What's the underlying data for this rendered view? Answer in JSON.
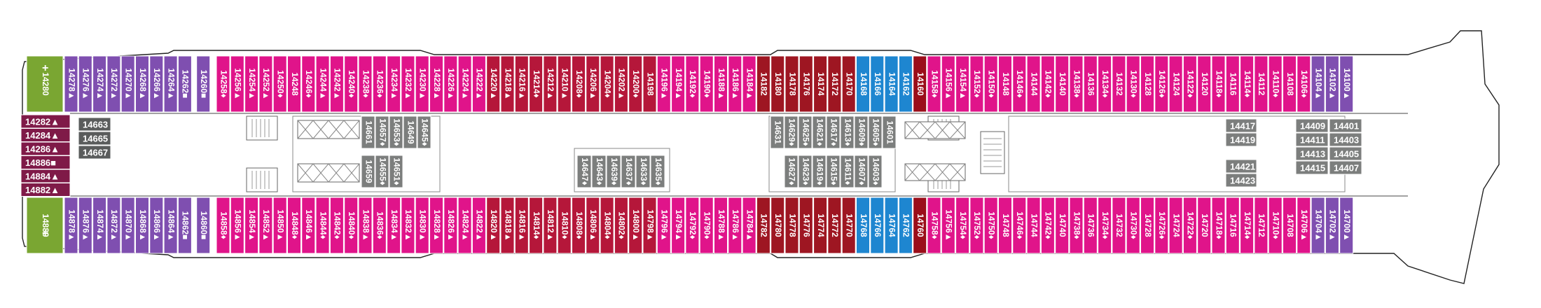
{
  "colors": {
    "purple": "#7f4fb0",
    "magenta": "#e0148a",
    "crimson": "#b5173a",
    "maroon": "#9e1622",
    "darkred": "#9b0e1a",
    "blue": "#1e86d0",
    "gray": "#7c7e7d",
    "darkgray": "#5a5c5c",
    "olive": "#7aa632",
    "wine": "#7f1a48"
  },
  "top_cabins": [
    "14280",
    "14278▲",
    "14276▲",
    "14274▲",
    "14272▲",
    "14270▲",
    "14268▲",
    "14266▲",
    "14264▲",
    "14262■",
    "14260■",
    "14258♦",
    "14256▲",
    "14254▲",
    "14252▲",
    "14250♦",
    "14248",
    "14246♦",
    "14244▲",
    "14242▲",
    "14240♦",
    "14238♦",
    "14236♦",
    "14234▲",
    "14232▲",
    "14230▲",
    "14228▲",
    "14226▲",
    "14224▲",
    "14222▲",
    "14220▲",
    "14218▲",
    "14216▲",
    "14214♦",
    "14212▲",
    "14210▲",
    "14208♦",
    "14206▲",
    "14204♦",
    "14202▲",
    "14200♦",
    "14198",
    "14196▲",
    "14194▲",
    "14192♦",
    "14190♦",
    "14188▲",
    "14186▲",
    "14184▲",
    "14182",
    "14180",
    "14178",
    "14176",
    "14174",
    "14172",
    "14170",
    "14168",
    "14166",
    "14164",
    "14162",
    "14160",
    "14158♦",
    "14156▲",
    "14154▲",
    "14152♦",
    "14150♦",
    "14148",
    "14146♦",
    "14144",
    "14142♦",
    "14140",
    "14138♦",
    "14136",
    "14134♦",
    "14132",
    "14130♦",
    "14128",
    "14126♦",
    "14124",
    "14122♦",
    "14120",
    "14118♦",
    "14116",
    "14114♦",
    "14112",
    "14110♦",
    "14108",
    "14106♦",
    "14104▲",
    "14102▲",
    "14100▲"
  ],
  "bottom_cabins": [
    "14880",
    "14878▲",
    "14876▲",
    "14874▲",
    "14872▲",
    "14870▲",
    "14868▲",
    "14866▲",
    "14864▲",
    "14862■",
    "14860■",
    "14858♦",
    "14856▲",
    "14854▲",
    "14852▲",
    "14850▲",
    "14848♦",
    "14846▲",
    "14844♦",
    "14842♦",
    "14840♦",
    "14838▲",
    "14836♦",
    "14834▲",
    "14832▲",
    "14830▲",
    "14828▲",
    "14826▲",
    "14824▲",
    "14822▲",
    "14820▲",
    "14818▲",
    "14816▲",
    "14814♦",
    "14812▲",
    "14810♦",
    "14808♦",
    "14806▲",
    "14804♦",
    "14802♦",
    "14800▲",
    "14798▲",
    "14796▲",
    "14794▲",
    "14792♦",
    "14790♦",
    "14788▲",
    "14786▲",
    "14784▲",
    "14782",
    "14780",
    "14778",
    "14776",
    "14774",
    "14772",
    "14770",
    "14768",
    "14766",
    "14764",
    "14762",
    "14760",
    "14758♦",
    "14756▲",
    "14754♦",
    "14752♦",
    "14750♦",
    "14748",
    "14746♦",
    "14744",
    "14742♦",
    "14740",
    "14738♦",
    "14736",
    "14734♦",
    "14732",
    "14730♦",
    "14728",
    "14726♦",
    "14724",
    "14722♦",
    "14720",
    "14718♦",
    "14716",
    "14714♦",
    "14712",
    "14710♦",
    "14708",
    "14706▲",
    "14704▲",
    "14702▲",
    "14700▲"
  ],
  "aft_cabins": [
    "14282▲",
    "14284▲",
    "14286▲",
    "14886■",
    "14884▲",
    "14882▲"
  ],
  "aft_plus": [
    "+",
    "+"
  ],
  "inner_left": [
    "14663",
    "14665",
    "14667"
  ],
  "inner_a_top": [
    "14661",
    "14657♦",
    "14653♦",
    "14649",
    "14645♦"
  ],
  "inner_a_bot": [
    "14659",
    "14655♦",
    "14651♦"
  ],
  "inner_b": [
    "14647♦",
    "14643♦",
    "14639♦",
    "14637♦",
    "14633♦",
    "14635♦"
  ],
  "inner_c_top": [
    "14631",
    "14629♦",
    "14625♦",
    "14621♦",
    "14617♦",
    "14613♦",
    "14609♦",
    "14605♦",
    "14601"
  ],
  "inner_c_bot": [
    "14627♦",
    "14623♦",
    "14619♦",
    "14615♦",
    "14611♦",
    "14607♦",
    "14603♦"
  ],
  "fwd_inner": {
    "left": [
      "14417",
      "14419",
      "14421",
      "14423"
    ],
    "right": [
      "14409",
      "14401",
      "14411",
      "14403",
      "14413",
      "14405",
      "14415",
      "14407"
    ]
  }
}
